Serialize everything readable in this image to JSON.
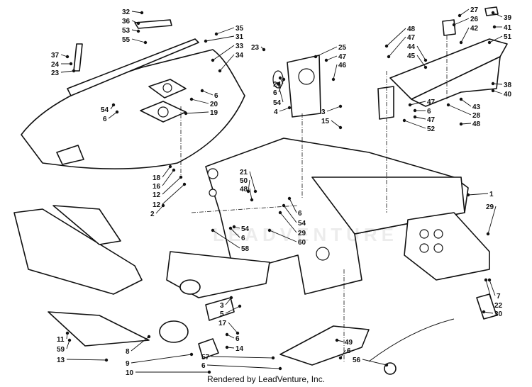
{
  "diagram": {
    "callouts": [
      "32",
      "36",
      "53",
      "55",
      "37",
      "24",
      "23",
      "35",
      "31",
      "33",
      "34",
      "6",
      "20",
      "19",
      "54",
      "6",
      "23",
      "25",
      "47",
      "46",
      "24",
      "6",
      "54",
      "4",
      "3",
      "15",
      "48",
      "47",
      "44",
      "45",
      "27",
      "26",
      "42",
      "39",
      "41",
      "51",
      "38",
      "40",
      "47",
      "6",
      "47",
      "52",
      "43",
      "28",
      "48",
      "18",
      "16",
      "12",
      "12",
      "2",
      "21",
      "50",
      "48",
      "6",
      "54",
      "29",
      "60",
      "54",
      "6",
      "58",
      "1",
      "29",
      "7",
      "22",
      "30",
      "3",
      "5",
      "17",
      "11",
      "59",
      "13",
      "8",
      "9",
      "10",
      "6",
      "14",
      "57",
      "6",
      "49",
      "6",
      "56"
    ]
  },
  "watermark": "LEADVENTURE",
  "credit": "Rendered by LeadVenture, Inc."
}
